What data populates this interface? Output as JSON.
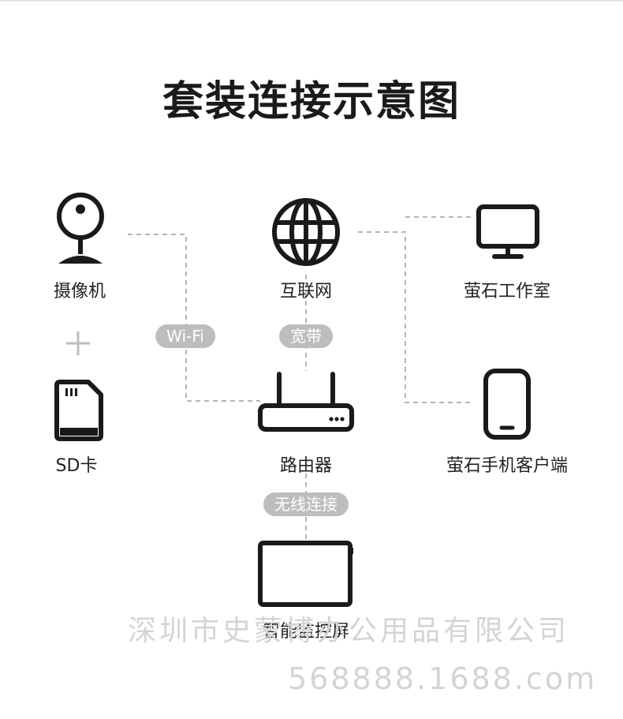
{
  "title": "套装连接示意图",
  "nodes": {
    "camera": "摄像机",
    "internet": "互联网",
    "studio": "萤石工作室",
    "sdcard": "SD卡",
    "router": "路由器",
    "phone": "萤石手机客户端",
    "monitor": "智能监控屏"
  },
  "links": {
    "wifi": "Wi-Fi",
    "broadband": "宽带",
    "wireless": "无线连接"
  },
  "watermark": {
    "company": "深圳市史蒙博办公用品有限公司",
    "site": "568888.1688.com"
  }
}
